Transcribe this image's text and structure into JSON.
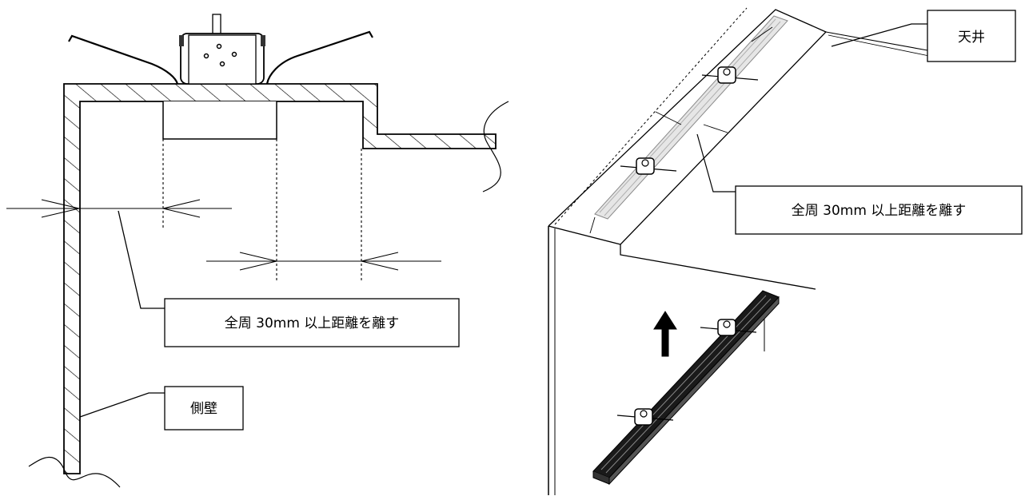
{
  "labels": {
    "clearance_left": "全周 30mm 以上距離を離す",
    "side_wall": "側壁",
    "ceiling": "天井",
    "clearance_right": "全周 30mm 以上距離を離す"
  },
  "colors": {
    "line": "#000000",
    "background": "#ffffff",
    "fixture_body": "#1a1a1a",
    "fixture_light": "#c8c8c8"
  },
  "icons": [
    "up-arrow-icon",
    "sensor-head-icon"
  ]
}
